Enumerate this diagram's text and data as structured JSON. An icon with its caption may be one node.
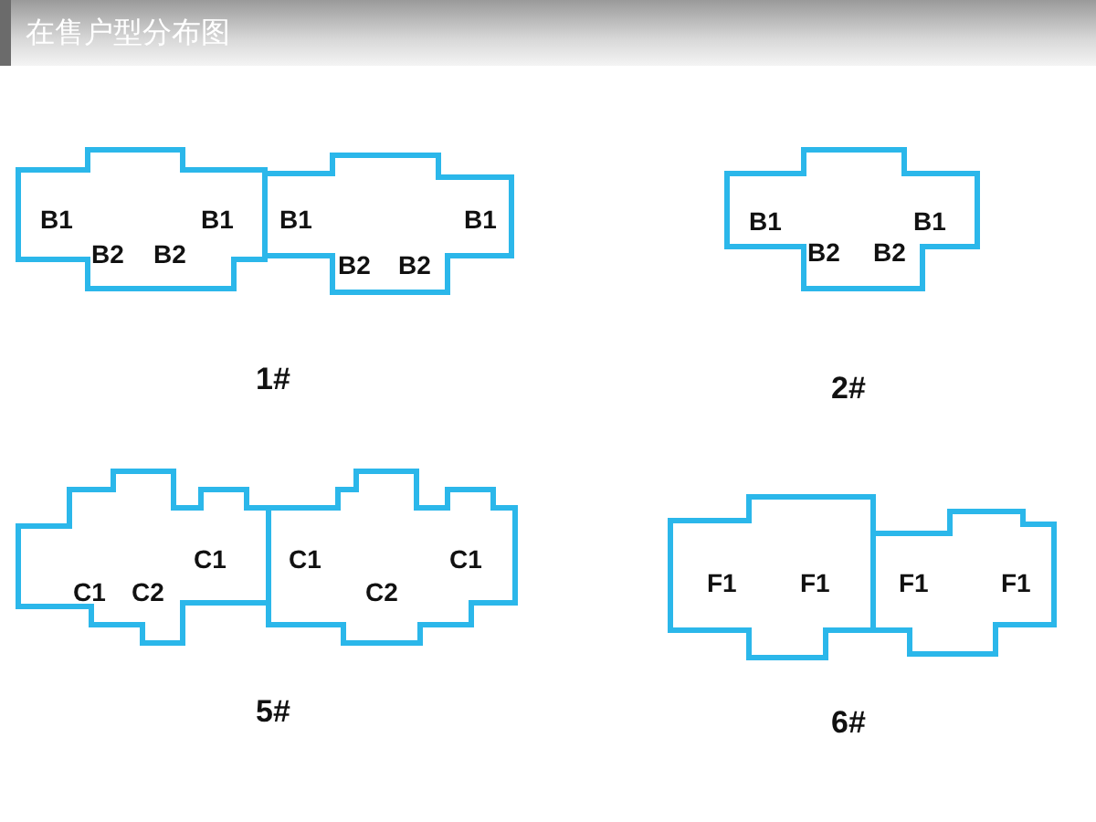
{
  "diagram": {
    "title": "在售户型分布图",
    "nodes": [
      {
        "text": [
          "B1",
          "B1",
          "B2",
          "B2"
        ]
      },
      {
        "text": [
          "B1",
          "B1",
          "B2",
          "B2"
        ]
      },
      {
        "text": [
          "B1",
          "B1",
          "B2",
          "B2"
        ]
      },
      {
        "text": [
          "C1",
          "C1",
          "C2"
        ]
      },
      {
        "text": [
          "C1",
          "C1",
          "C2"
        ]
      },
      {
        "text": [
          "F1",
          "F1"
        ]
      },
      {
        "text": [
          "F1",
          "F1"
        ]
      }
    ],
    "labels": [
      "1#",
      "2#",
      "5#",
      "6#"
    ]
  }
}
